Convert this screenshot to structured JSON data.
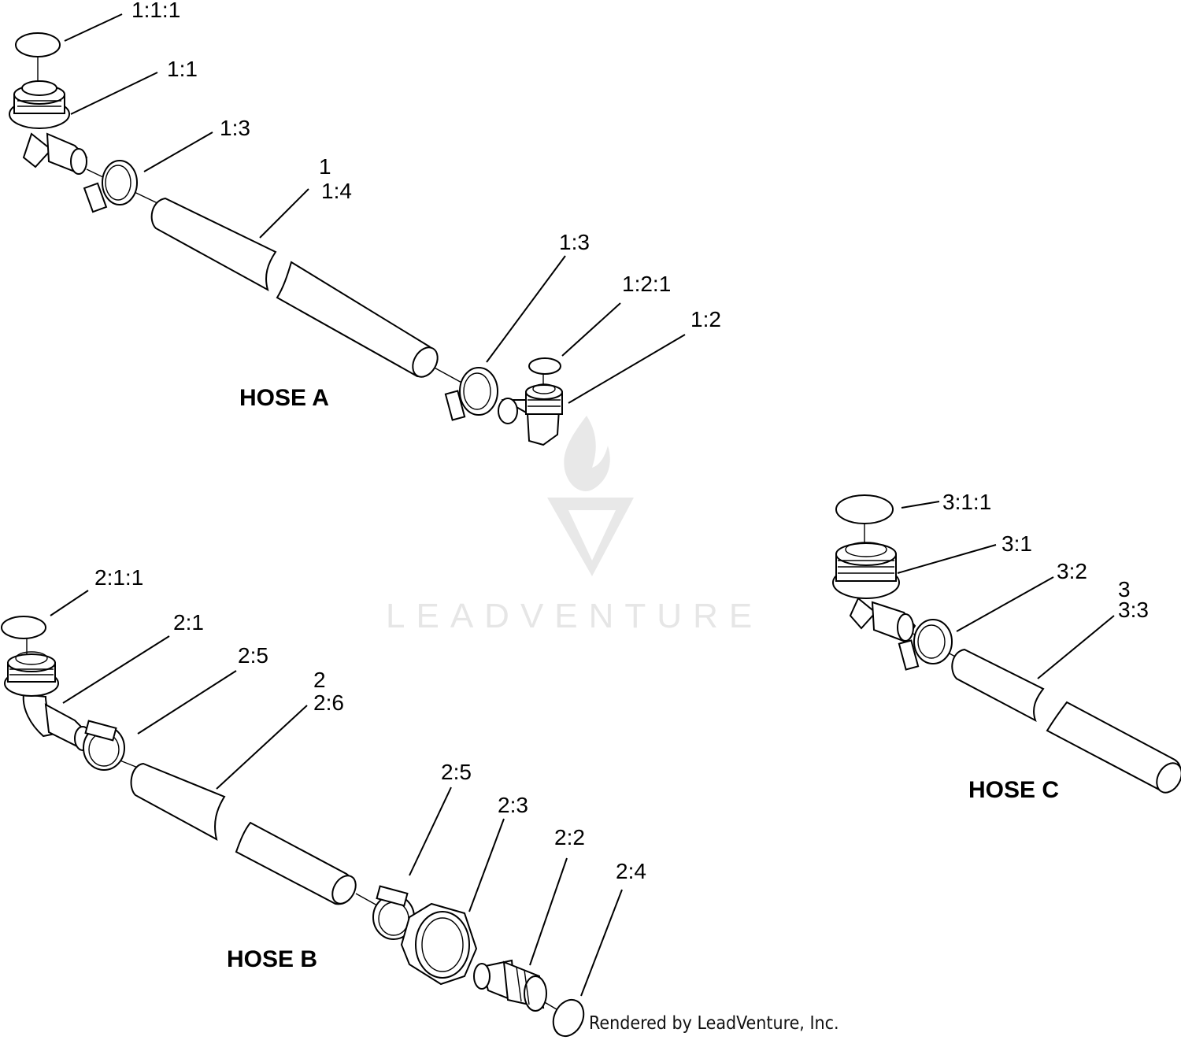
{
  "diagram": {
    "sections": [
      {
        "name": "hose-a",
        "title": "HOSE A"
      },
      {
        "name": "hose-b",
        "title": "HOSE B"
      },
      {
        "name": "hose-c",
        "title": "HOSE C"
      }
    ],
    "callouts": {
      "a_111": "1:1:1",
      "a_11": "1:1",
      "a_13_top": "1:3",
      "a_1": "1",
      "a_14": "1:4",
      "a_13_mid": "1:3",
      "a_121": "1:2:1",
      "a_12": "1:2",
      "b_211": "2:1:1",
      "b_21": "2:1",
      "b_25_top": "2:5",
      "b_2": "2",
      "b_26": "2:6",
      "b_25_mid": "2:5",
      "b_23": "2:3",
      "b_22": "2:2",
      "b_24": "2:4",
      "c_311": "3:1:1",
      "c_31": "3:1",
      "c_32": "3:2",
      "c_3": "3",
      "c_33": "3:3"
    },
    "watermark": "LEADVENTURE",
    "credit": "Rendered by LeadVenture, Inc."
  }
}
